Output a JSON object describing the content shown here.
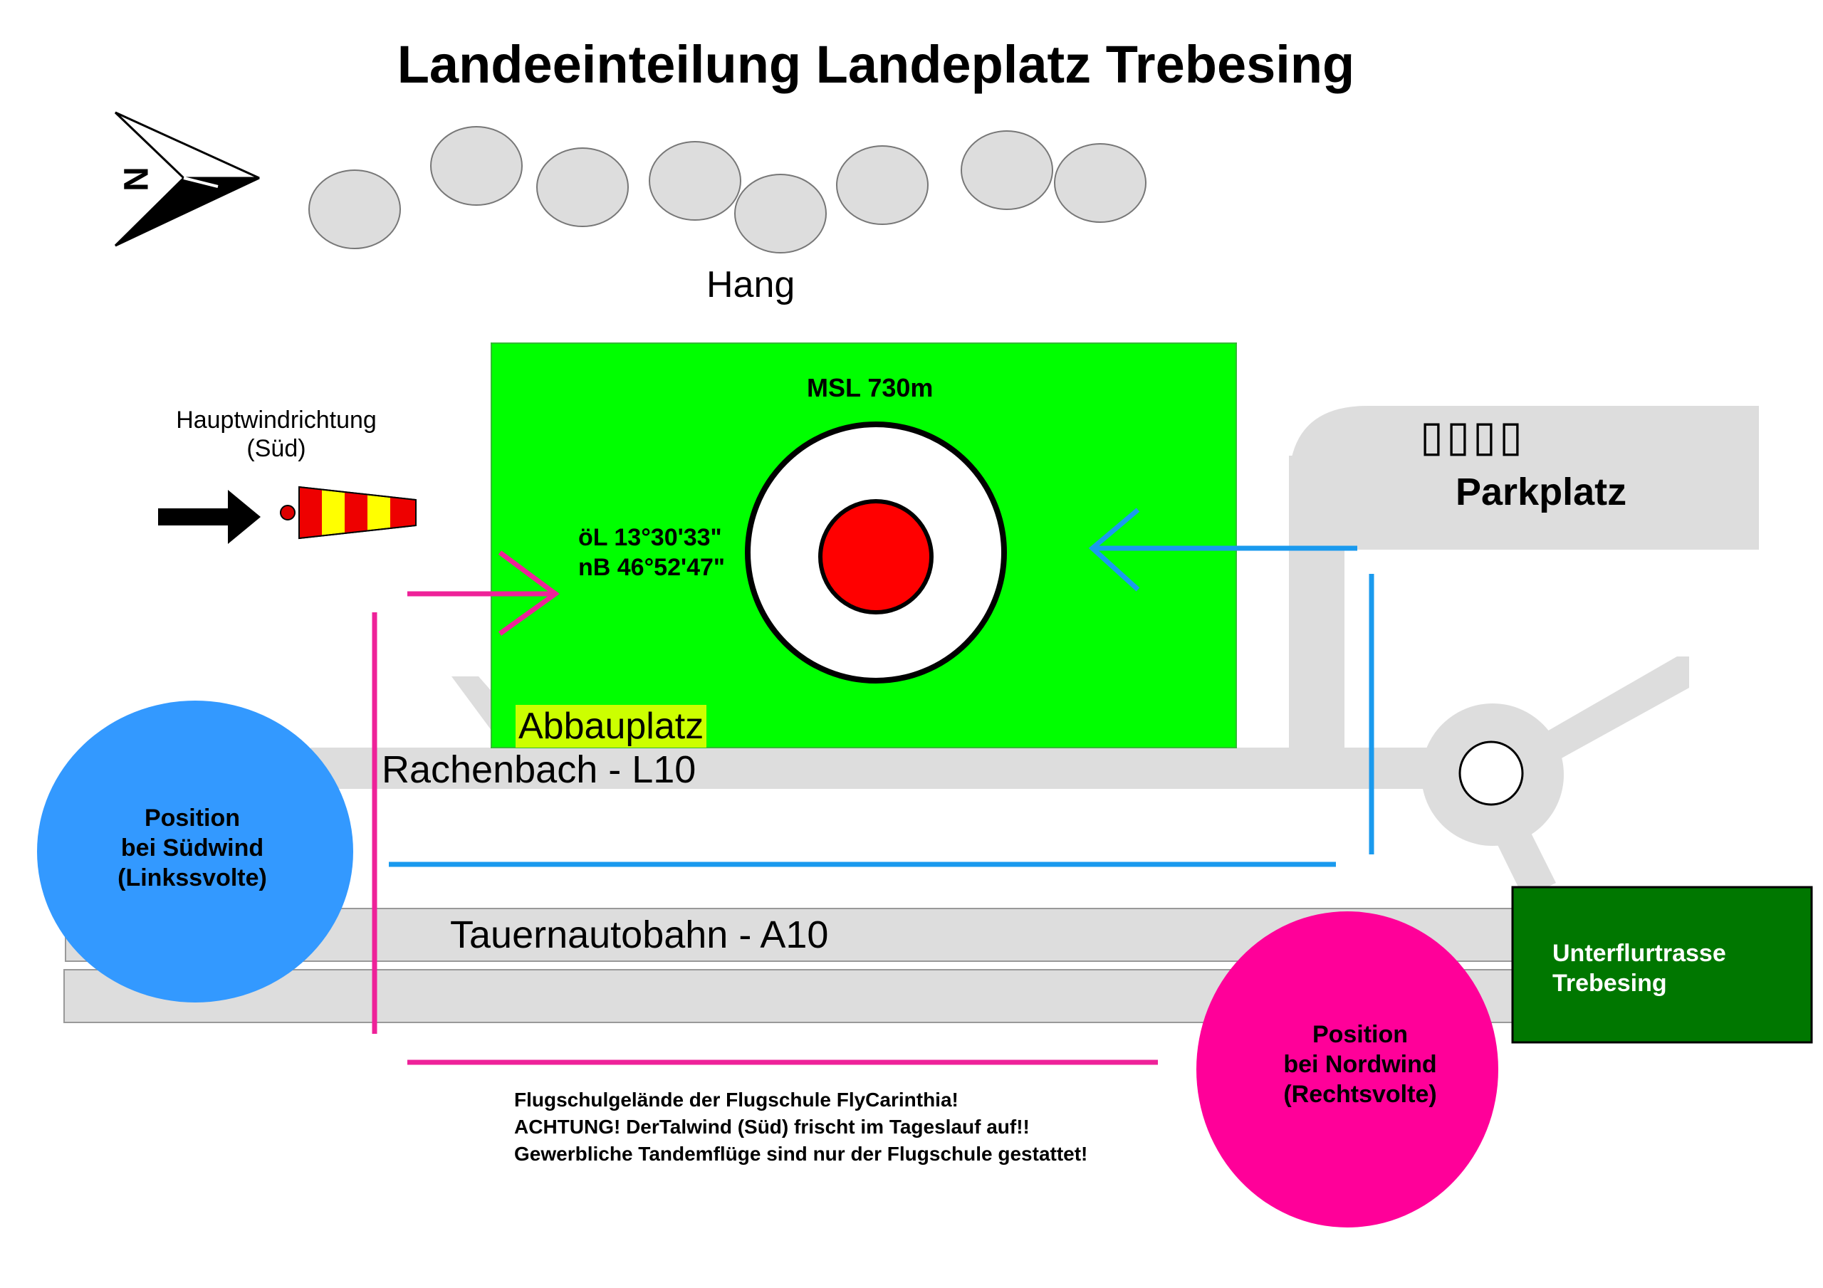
{
  "title": "Landeeinteilung Landeplatz Trebesing",
  "compass": {
    "label": "N",
    "icon": "north-arrow-icon"
  },
  "slope": {
    "label": "Hang"
  },
  "landing_field": {
    "altitude": "MSL 730m",
    "coord_lines": [
      "öL 13°30'33\"",
      "nB 46°52'47\""
    ],
    "color": "#00ff00",
    "target_colors": {
      "ring": "#ffffff",
      "center": "#ff0000"
    }
  },
  "wind": {
    "lines": [
      "Hauptwindrichtung",
      "(Süd)"
    ],
    "icon": "windsock-icon"
  },
  "parking": {
    "glyphs": "▯▯▯▯",
    "label": "Parkplatz"
  },
  "teardown": {
    "label": "Abbauplatz",
    "color": "#ccff00"
  },
  "roads": {
    "local": "Rachenbach - L10",
    "highway": "Tauernautobahn  - A10",
    "color": "#dddddd"
  },
  "positions": {
    "south": {
      "lines": [
        "Position",
        "bei Südwind",
        "(Linkssvolte)"
      ],
      "color": "#3399ff"
    },
    "north": {
      "lines": [
        "Position",
        "bei Nordwind",
        "(Rechtsvolte)"
      ],
      "color": "#ff0099"
    }
  },
  "underpass": {
    "lines": [
      "Unterflurtrasse",
      "Trebesing"
    ],
    "color": "#007700"
  },
  "notes": [
    "Flugschulgelände der Flugschule FlyCarinthia!",
    "ACHTUNG! DerTalwind (Süd) frischt im Tageslauf auf!!",
    "Gewerbliche Tandemflüge sind nur der Flugschule gestattet!"
  ],
  "approach_colors": {
    "south_pattern": "#1a9aee",
    "north_pattern": "#ee2299"
  }
}
